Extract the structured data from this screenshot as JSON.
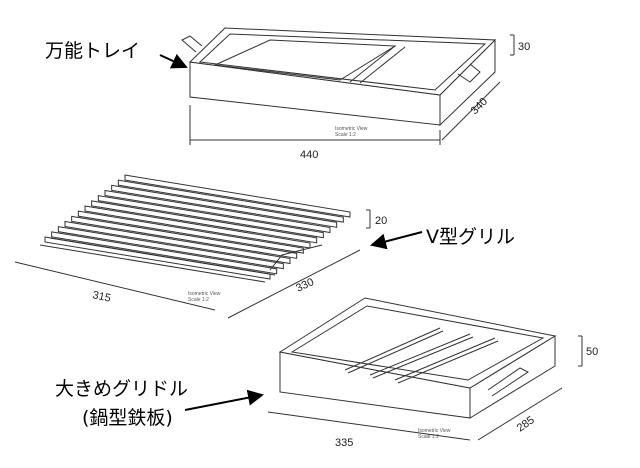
{
  "items": [
    {
      "label": "万能トレイ",
      "dims": {
        "length": "440",
        "width": "340",
        "height": "30"
      },
      "view": "Isometric View",
      "scale": "Scale 1:2"
    },
    {
      "label": "V型グリル",
      "dims": {
        "length": "315",
        "width": "330",
        "height": "20"
      },
      "view": "Isometric View",
      "scale": "Scale 1:2"
    },
    {
      "label": "大きめグリドル",
      "sublabel": "(鍋型鉄板)",
      "dims": {
        "length": "335",
        "width": "285",
        "height": "50"
      },
      "view": "Isometric View",
      "scale": "Scale 1:2"
    }
  ]
}
